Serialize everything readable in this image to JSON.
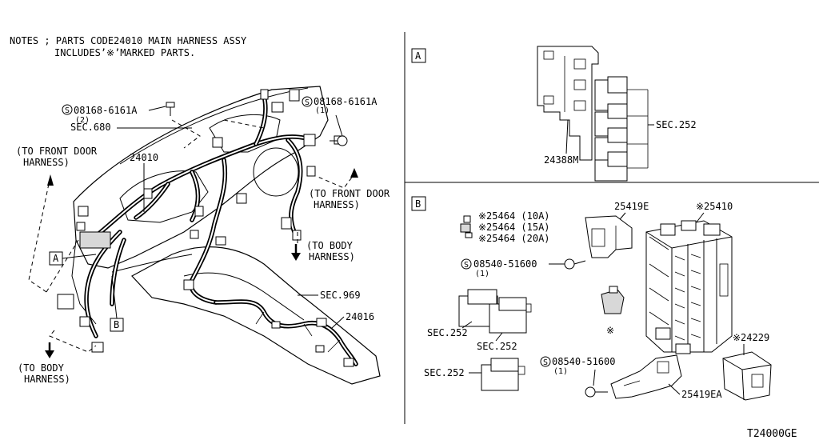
{
  "notes": {
    "line1": "NOTES ; PARTS CODE24010 MAIN HARNESS ASSY",
    "line2": "INCLUDES’※’MARKED PARTS."
  },
  "left_panel": {
    "bolt_top_left": {
      "code": "08168-6161A",
      "qty": "(2)"
    },
    "bolt_top_right": {
      "code": "08168-6161A",
      "qty": "(1)"
    },
    "sec_680": "SEC.680",
    "part_24010": "24010",
    "part_24016": "24016",
    "sec_969": "SEC.969",
    "to_front_door_left": [
      "(TO FRONT DOOR",
      "HARNESS)"
    ],
    "to_front_door_right": [
      "(TO FRONT DOOR",
      "HARNESS)"
    ],
    "to_body_upper": [
      "(TO BODY",
      "HARNESS)"
    ],
    "to_body_lower": [
      "(TO BODY",
      "HARNESS)"
    ],
    "callout_a": "A",
    "callout_b": "B"
  },
  "panel_a": {
    "tag": "A",
    "part_24388m": "24388M",
    "sec_252": "SEC.252"
  },
  "panel_b": {
    "tag": "B",
    "fuse_10a": "※25464 (10A)",
    "fuse_15a": "※25464 (15A)",
    "fuse_20a": "※25464 (20A)",
    "part_25419e": "25419E",
    "part_25410": "※25410",
    "bolt_upper": {
      "code": "08540-51600",
      "qty": "(1)"
    },
    "bolt_lower": {
      "code": "08540-51600",
      "qty": "(1)"
    },
    "asterisk_mark": "※",
    "sec_252_left": "SEC.252",
    "sec_252_mid": "SEC.252",
    "sec_252_bottom": "SEC.252",
    "part_24229": "※24229",
    "part_25419ea": "25419EA"
  },
  "drawing_code": "T24000GE",
  "circled_s": "S"
}
